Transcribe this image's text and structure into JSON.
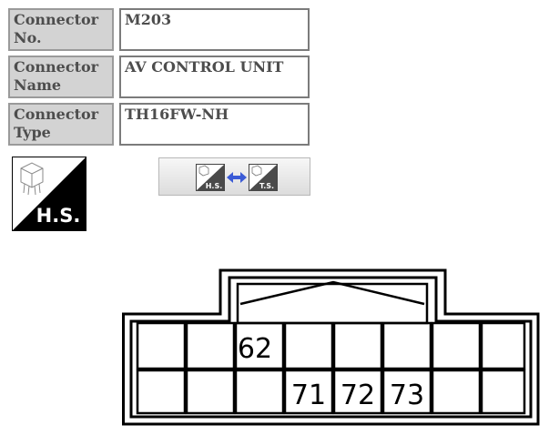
{
  "info": {
    "rows": [
      {
        "label": "Connector No.",
        "value": "M203"
      },
      {
        "label": "Connector Name",
        "value": "AV CONTROL UNIT"
      },
      {
        "label": "Connector Type",
        "value": "TH16FW-NH"
      }
    ]
  },
  "badge": {
    "text": "H.S.",
    "icon": "connector-harness-side-icon"
  },
  "toggle": {
    "left_text": "H.S.",
    "right_text": "T.S.",
    "icon": "double-arrow-icon",
    "arrow_color": "#3b5bd6"
  },
  "connector": {
    "rows": [
      [
        "",
        "",
        "62",
        "",
        "",
        "",
        "",
        ""
      ],
      [
        "",
        "",
        "",
        "71",
        "72",
        "73",
        "",
        ""
      ]
    ]
  }
}
